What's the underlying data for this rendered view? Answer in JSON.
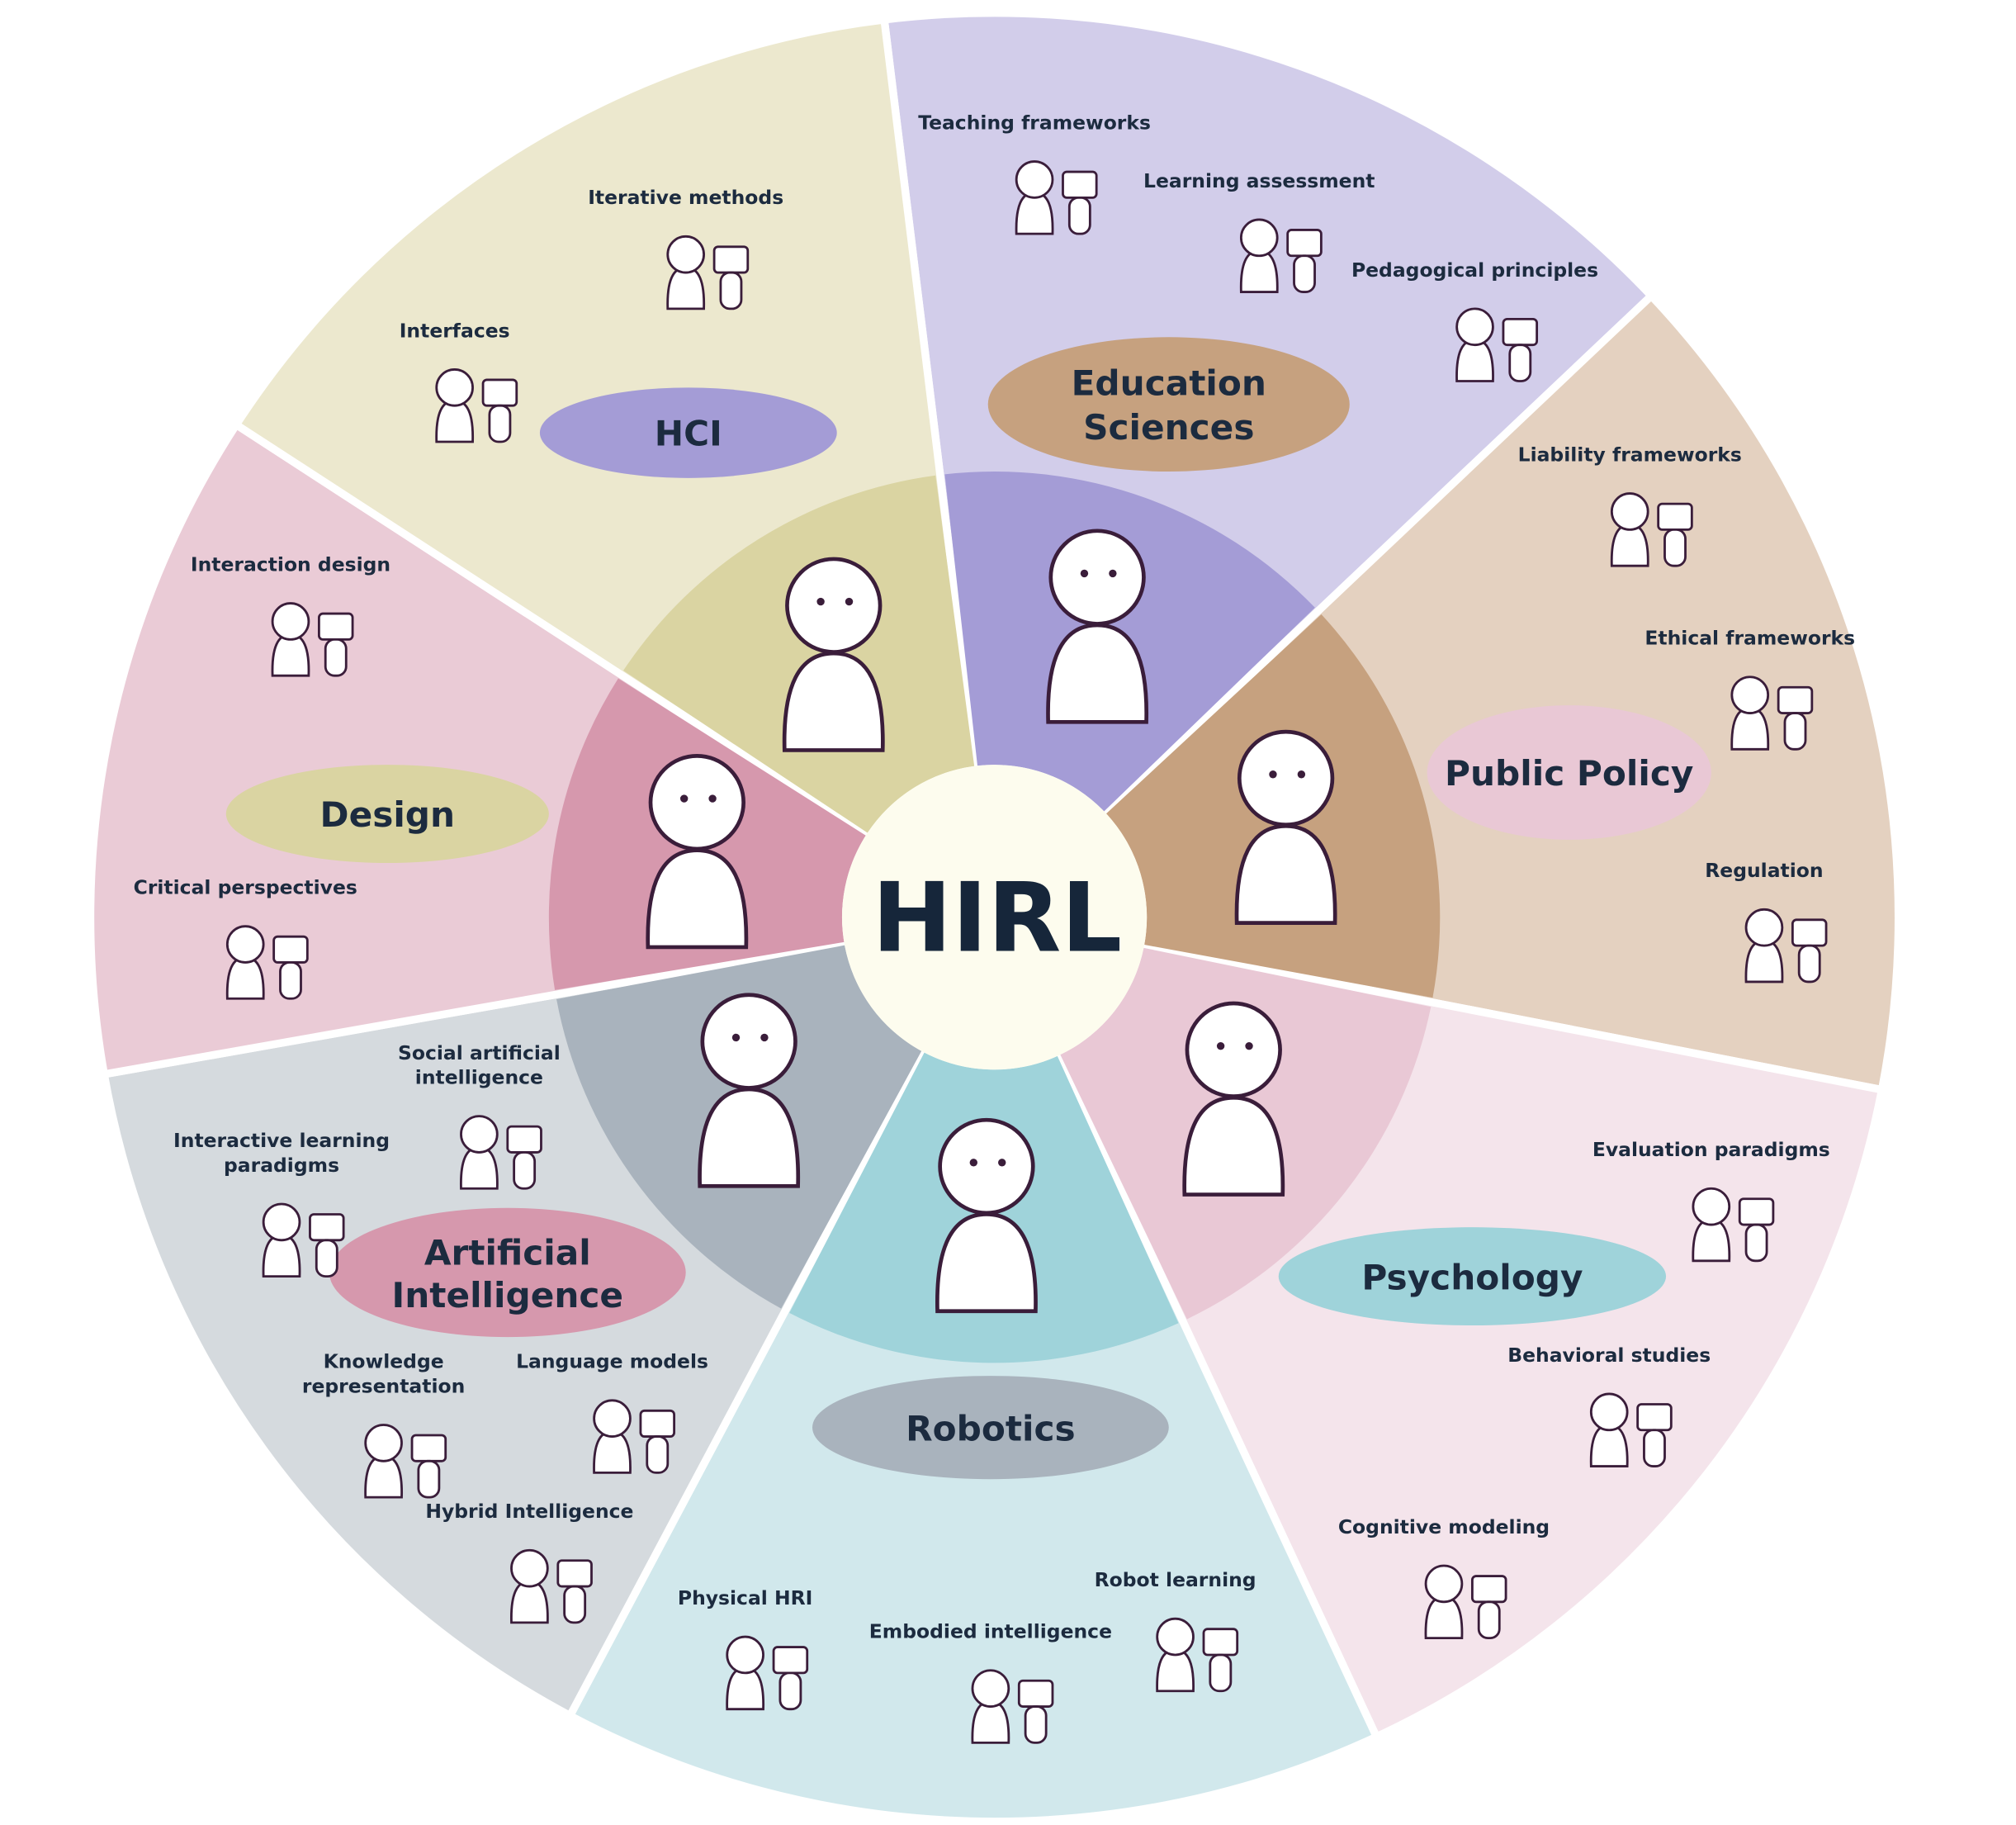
{
  "center": {
    "label": "HIRL",
    "color": "#fdfcee"
  },
  "sectors": [
    {
      "name": "hci",
      "label_lines": [
        "HCI"
      ],
      "outer_color": "#d2cdea",
      "inner_color": "#a49cd6",
      "topics": [
        {
          "lines": [
            "Iterative methods"
          ]
        },
        {
          "lines": [
            "Interfaces"
          ]
        }
      ]
    },
    {
      "name": "education-sciences",
      "label_lines": [
        "Education",
        "Sciences"
      ],
      "outer_color": "#e4d1c0",
      "inner_color": "#c6a17f",
      "topics": [
        {
          "lines": [
            "Teaching frameworks"
          ]
        },
        {
          "lines": [
            "Learning assessment"
          ]
        },
        {
          "lines": [
            "Pedagogical principles"
          ]
        }
      ]
    },
    {
      "name": "public-policy",
      "label_lines": [
        "Public Policy"
      ],
      "outer_color": "#f4e4eb",
      "inner_color": "#e9c8d5",
      "topics": [
        {
          "lines": [
            "Liability frameworks"
          ]
        },
        {
          "lines": [
            "Ethical frameworks"
          ]
        },
        {
          "lines": [
            "Regulation"
          ]
        }
      ]
    },
    {
      "name": "psychology",
      "label_lines": [
        "Psychology"
      ],
      "outer_color": "#d1e8ec",
      "inner_color": "#9fd3da",
      "topics": [
        {
          "lines": [
            "Evaluation paradigms"
          ]
        },
        {
          "lines": [
            "Behavioral studies"
          ]
        },
        {
          "lines": [
            "Cognitive modeling"
          ]
        }
      ]
    },
    {
      "name": "robotics",
      "label_lines": [
        "Robotics"
      ],
      "outer_color": "#d5dade",
      "inner_color": "#a9b3bd",
      "topics": [
        {
          "lines": [
            "Robot learning"
          ]
        },
        {
          "lines": [
            "Embodied intelligence"
          ]
        },
        {
          "lines": [
            "Physical HRI"
          ]
        }
      ]
    },
    {
      "name": "artificial-intelligence",
      "label_lines": [
        "Artificial",
        "Intelligence"
      ],
      "outer_color": "#eacbd6",
      "inner_color": "#d698ad",
      "topics": [
        {
          "lines": [
            "Hybrid Intelligence"
          ]
        },
        {
          "lines": [
            "Knowledge",
            "representation"
          ]
        },
        {
          "lines": [
            "Language models"
          ]
        },
        {
          "lines": [
            "Interactive learning",
            "paradigms"
          ]
        },
        {
          "lines": [
            "Social artificial",
            "intelligence"
          ]
        }
      ]
    },
    {
      "name": "design",
      "label_lines": [
        "Design"
      ],
      "outer_color": "#ece8ce",
      "inner_color": "#dad4a2",
      "topics": [
        {
          "lines": [
            "Critical perspectives"
          ]
        },
        {
          "lines": [
            "Interaction design"
          ]
        }
      ]
    }
  ]
}
